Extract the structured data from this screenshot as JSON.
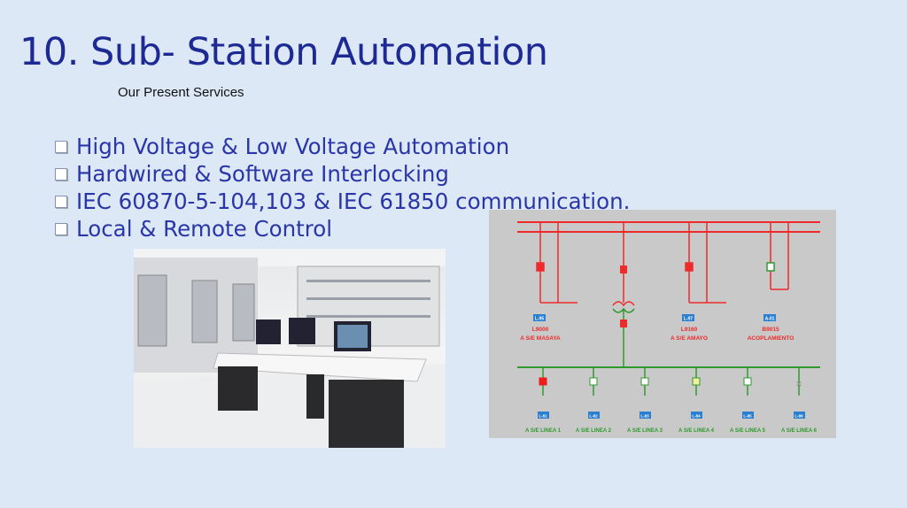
{
  "slide": {
    "title": "10. Sub- Station Automation",
    "subtitle": "Our Present Services",
    "bullets": [
      "High Voltage & Low Voltage Automation",
      "Hardwired & Software Interlocking",
      "IEC 60870-5-104,103 & IEC 61850 communication.",
      "Local & Remote Control"
    ]
  },
  "diagram": {
    "hv_feeders": [
      {
        "tag": "L-95",
        "name": "L9000",
        "dest": "A S/E MASAYA"
      },
      {
        "tag": "L-97",
        "name": "L9160",
        "dest": "A S/E AMAYO"
      },
      {
        "tag": "A-01",
        "name": "B9015",
        "dest": "ACOPLAMIENTO"
      }
    ],
    "lv_feeders": [
      {
        "tag": "L-81",
        "dest": "A S/E LINEA 1",
        "state": "closed"
      },
      {
        "tag": "L-82",
        "dest": "A S/E LINEA 2",
        "state": "open"
      },
      {
        "tag": "L-83",
        "dest": "A S/E LINEA 3",
        "state": "open"
      },
      {
        "tag": "L-84",
        "dest": "A S/E LINEA 4",
        "state": "alarm"
      },
      {
        "tag": "L-85",
        "dest": "A S/E LINEA 5",
        "state": "open"
      },
      {
        "tag": "L-86",
        "dest": "A S/E LINEA 6",
        "state": "unknown"
      }
    ],
    "colors": {
      "hv": "#ee2a2a",
      "lv": "#2e9a2e",
      "tag": "#2a7fd0",
      "bg": "#c9c9c9"
    }
  }
}
